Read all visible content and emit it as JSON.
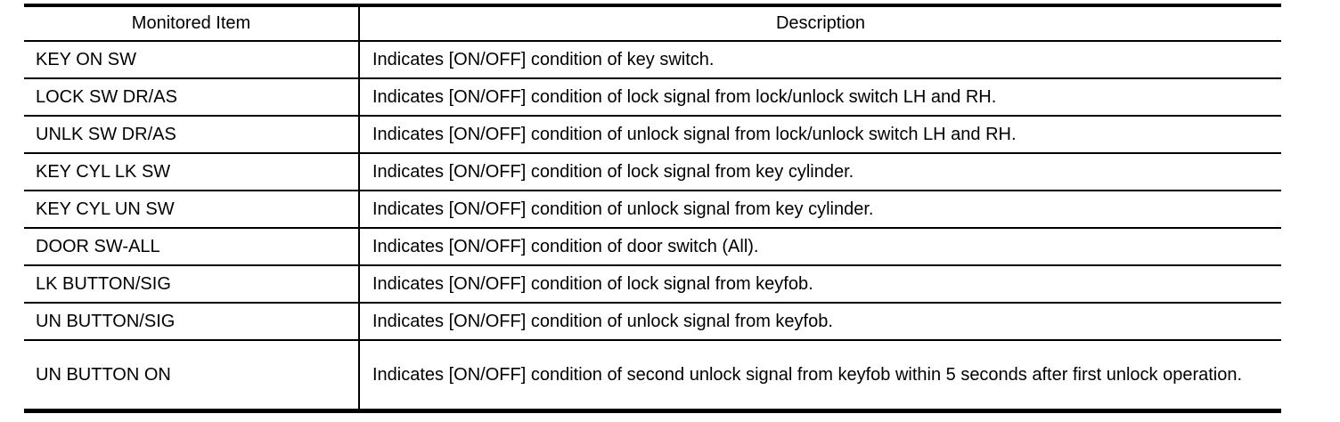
{
  "table": {
    "columns": [
      {
        "key": "item",
        "label": "Monitored Item"
      },
      {
        "key": "description",
        "label": "Description"
      }
    ],
    "rows": [
      {
        "item": "KEY ON SW",
        "description": "Indicates [ON/OFF] condition of key switch."
      },
      {
        "item": "LOCK SW DR/AS",
        "description": "Indicates [ON/OFF] condition of lock signal from lock/unlock switch LH and RH."
      },
      {
        "item": "UNLK SW DR/AS",
        "description": "Indicates [ON/OFF] condition of unlock signal from lock/unlock switch LH and RH."
      },
      {
        "item": "KEY CYL LK SW",
        "description": "Indicates [ON/OFF] condition of lock signal from key cylinder."
      },
      {
        "item": "KEY CYL UN SW",
        "description": "Indicates [ON/OFF] condition of unlock signal from key cylinder."
      },
      {
        "item": "DOOR SW-ALL",
        "description": "Indicates [ON/OFF] condition of door switch (All)."
      },
      {
        "item": "LK BUTTON/SIG",
        "description": "Indicates [ON/OFF] condition of lock signal from keyfob."
      },
      {
        "item": "UN BUTTON/SIG",
        "description": "Indicates [ON/OFF] condition of unlock signal from keyfob."
      },
      {
        "item": "UN BUTTON ON",
        "description": "Indicates [ON/OFF] condition of second unlock signal from keyfob within 5 seconds after first unlock operation."
      }
    ],
    "colors": {
      "border": "#000000",
      "text": "#000000",
      "background": "#ffffff"
    }
  }
}
